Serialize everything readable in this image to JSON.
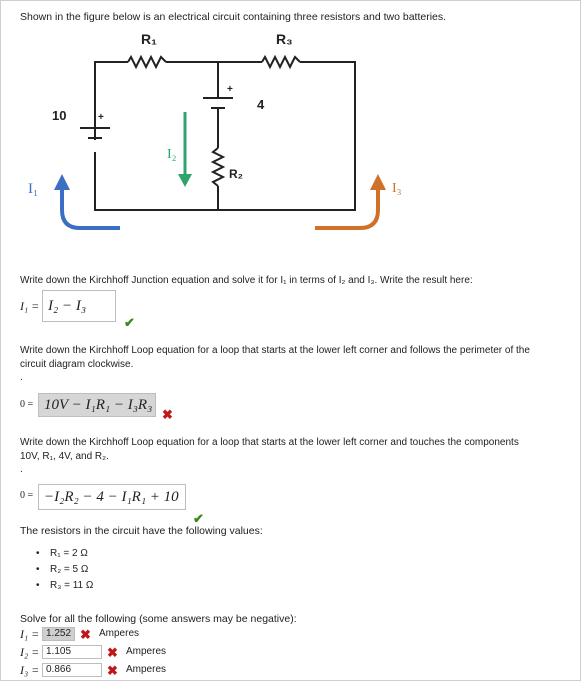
{
  "intro": "Shown in the figure below is an electrical circuit containing three resistors and two batteries.",
  "circuit": {
    "r1_label": "R₁",
    "r3_label": "R₃",
    "r2_label": "R₂",
    "battery_left_voltage": "10",
    "battery_mid_voltage": "4",
    "plus": "+",
    "i1_label": "I₁",
    "i2_label": "I₂",
    "i3_label": "I₃",
    "colors": {
      "wire": "#222222",
      "i1_arrow": "#3a6fc4",
      "i2_arrow": "#2ea56b",
      "i3_arrow": "#d0712a"
    }
  },
  "q1": {
    "prompt": "Write down the Kirchhoff Junction equation and solve it for I₁ in terms of I₂ and I₃. Write the result here:",
    "label": "I₁ =",
    "answer": "I₂ − I₃",
    "status": "✔"
  },
  "q2": {
    "prompt_line1": "Write down the Kirchhoff Loop equation for a loop that starts at the lower left corner and follows the perimeter of the",
    "prompt_line2": "circuit diagram clockwise.",
    "label": "0 =",
    "answer": "10V − I₁R₁ − I₃R₃",
    "status": "✖"
  },
  "q3": {
    "prompt_line1": "Write down the Kirchhoff Loop equation for a loop that starts at the lower left corner and touches the components",
    "prompt_line2": "10V, R₁, 4V, and R₂.",
    "label": "0 =",
    "answer": "−I₂R₂ − 4 − I₁R₁ + 10",
    "status": "✔"
  },
  "resistors": {
    "heading": "The resistors in the circuit have the following values:",
    "items": [
      "R₁ = 2 Ω",
      "R₂ = 5 Ω",
      "R₃ = 11 Ω"
    ],
    "bullet": "•"
  },
  "solve": {
    "heading": "Solve for all the following (some answers may be negative):",
    "rows": [
      {
        "label": "I₁ =",
        "value": "1.252",
        "status": "✖",
        "unit": "Amperes"
      },
      {
        "label": "I₂ =",
        "value": "1.105",
        "status": "✖",
        "unit": "Amperes"
      },
      {
        "label": "I₃ =",
        "value": "0.866",
        "status": "✖",
        "unit": "Amperes"
      }
    ]
  },
  "dot": "."
}
